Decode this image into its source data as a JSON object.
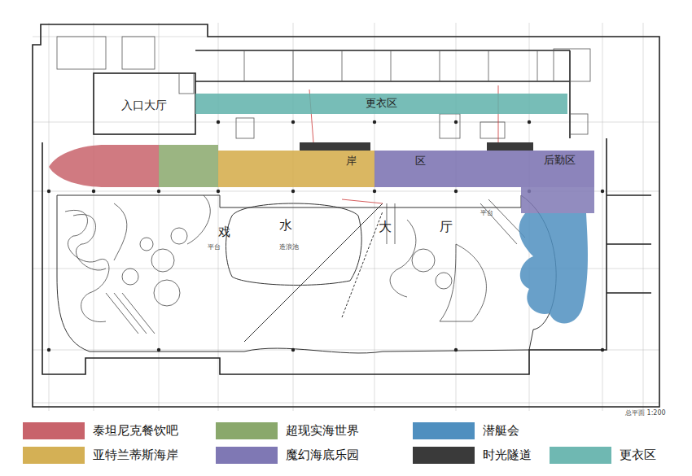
{
  "diagram": {
    "nodes": [
      {
        "text": [
          "入口大厅"
        ]
      },
      {
        "text": [
          "更衣区"
        ]
      },
      {
        "text": [
          "岸"
        ]
      },
      {
        "text": [
          "区"
        ]
      }
    ],
    "labels": [
      "后勤区",
      "戏",
      "水",
      "大",
      "厅",
      "造浪池",
      "平台",
      "平台",
      "总平面 1:200"
    ],
    "legend": [
      {
        "text": "泰坦尼克餐饮吧",
        "color": "#c8636b"
      },
      {
        "text": "超现实海世界",
        "color": "#8aa86c"
      },
      {
        "text": "潜艇会",
        "color": "#4f8fbf"
      },
      {
        "text": "亚特兰蒂斯海岸",
        "color": "#d4b055"
      },
      {
        "text": "魔幻海底乐园",
        "color": "#7f78b4"
      },
      {
        "text": "时光隧道",
        "color": "#3a3a3a"
      },
      {
        "text": "更衣区",
        "color": "#6fb8b2"
      }
    ]
  }
}
